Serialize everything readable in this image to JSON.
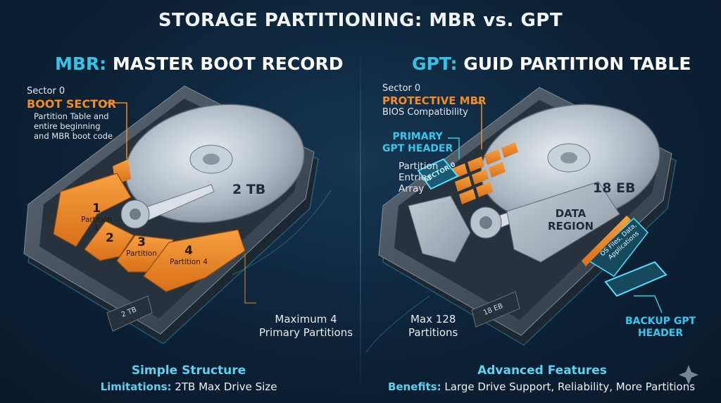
{
  "title": "STORAGE PARTITIONING: MBR vs. GPT",
  "mbr": {
    "heading_prefix": "MBR:",
    "heading_rest": " MASTER BOOT RECORD",
    "sector_label": "Sector 0",
    "boot_sector_title": "BOOT SECTOR",
    "boot_sector_desc": [
      "Partition Table and",
      "entire beginning",
      "and MBR boot code"
    ],
    "capacity": "2 TB",
    "drive_label": "2 TB",
    "partitions": [
      {
        "number": "1",
        "label": "Partition 1"
      },
      {
        "number": "2",
        "label": ""
      },
      {
        "number": "3",
        "label": "Partition"
      },
      {
        "number": "4",
        "label": "Partition 4"
      }
    ],
    "callout": [
      "Maximum 4",
      "Primary Partitions"
    ],
    "bottom_title": "Simple Structure",
    "bottom_sub_bold": "Limitations:",
    "bottom_sub_rest": " 2TB Max Drive Size"
  },
  "gpt": {
    "heading_prefix": "GPT:",
    "heading_rest": " GUID PARTITION TABLE",
    "sector_label": "Sector 0",
    "protective_title": "PROTECTIVE MBR",
    "protective_desc": "BIOS Compatibility",
    "primary_header": [
      "PRIMARY",
      "GPT HEADER"
    ],
    "entries_label": [
      "Partition",
      "Entries",
      "Array"
    ],
    "sector_chip": "SECTOR 0",
    "capacity": "18 EB",
    "data_region": [
      "DATA",
      "REGION"
    ],
    "os_files": [
      "OS Files, Data,",
      "Applications"
    ],
    "drive_label": "18 EB",
    "callout": [
      "Max 128",
      "Partitions"
    ],
    "backup_header": [
      "BACKUP GPT",
      "HEADER"
    ],
    "bottom_title": "Advanced Features",
    "bottom_sub_bold": "Benefits:",
    "bottom_sub_rest": " Large Drive Support, Reliability, More Partitions"
  },
  "colors": {
    "accent_cyan": "#33c4e8",
    "accent_orange": "#f28c28",
    "background": "#0d2236"
  }
}
